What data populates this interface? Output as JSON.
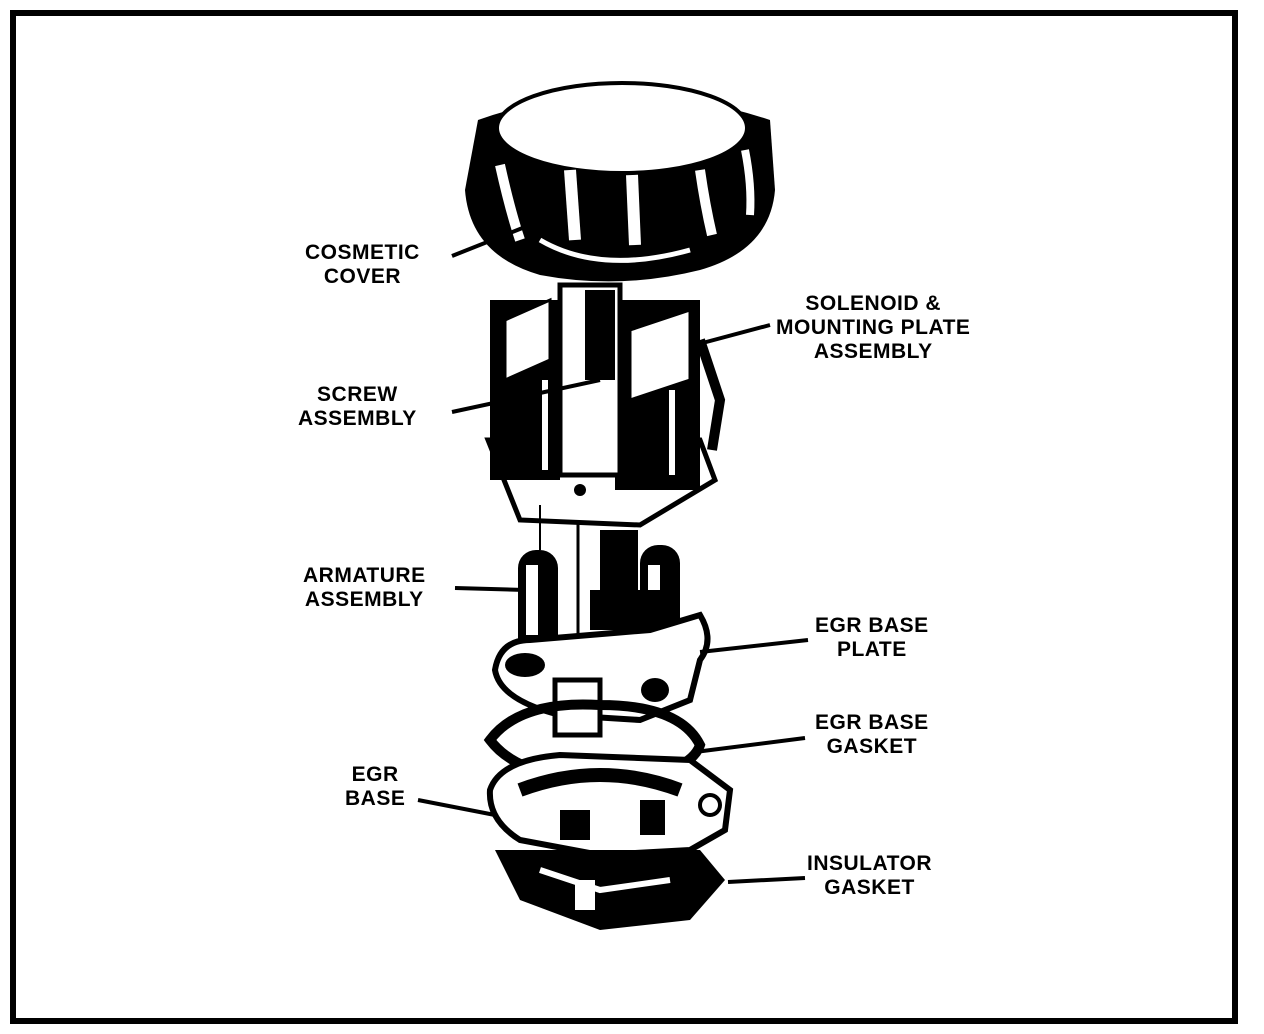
{
  "labels": {
    "cosmetic_cover": [
      "COSMETIC",
      "COVER"
    ],
    "solenoid": [
      "SOLENOID &",
      "MOUNTING PLATE",
      "ASSEMBLY"
    ],
    "screw": [
      "SCREW",
      "ASSEMBLY"
    ],
    "armature": [
      "ARMATURE",
      "ASSEMBLY"
    ],
    "egr_base_plate": [
      "EGR BASE",
      "PLATE"
    ],
    "egr_base_gasket": [
      "EGR BASE",
      "GASKET"
    ],
    "egr_base": [
      "EGR",
      "BASE"
    ],
    "insulator_gasket": [
      "INSULATOR",
      "GASKET"
    ]
  },
  "colors": {
    "ink": "#000000",
    "paper": "#ffffff"
  }
}
